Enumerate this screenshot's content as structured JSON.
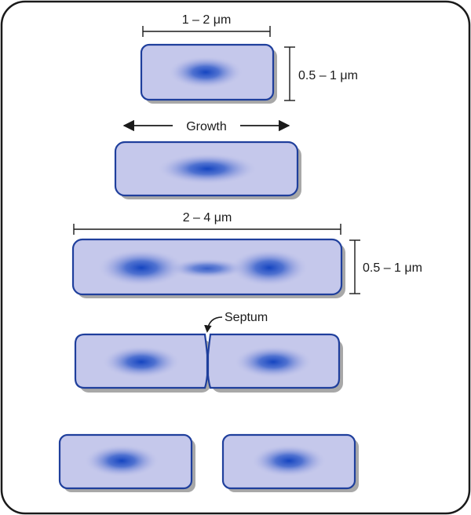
{
  "labels": {
    "width_small": "1 – 2 μm",
    "height_small": "0.5 – 1 μm",
    "growth": "Growth",
    "width_large": "2 – 4 μm",
    "height_large": "0.5 – 1 μm",
    "septum": "Septum"
  },
  "colors": {
    "cell_fill": "#c5c8eb",
    "cell_stroke": "#1f3f9c",
    "nucleoid": "#1848c8",
    "shadow": "#a8a8a8",
    "frame_stroke": "#1a1a1a"
  }
}
